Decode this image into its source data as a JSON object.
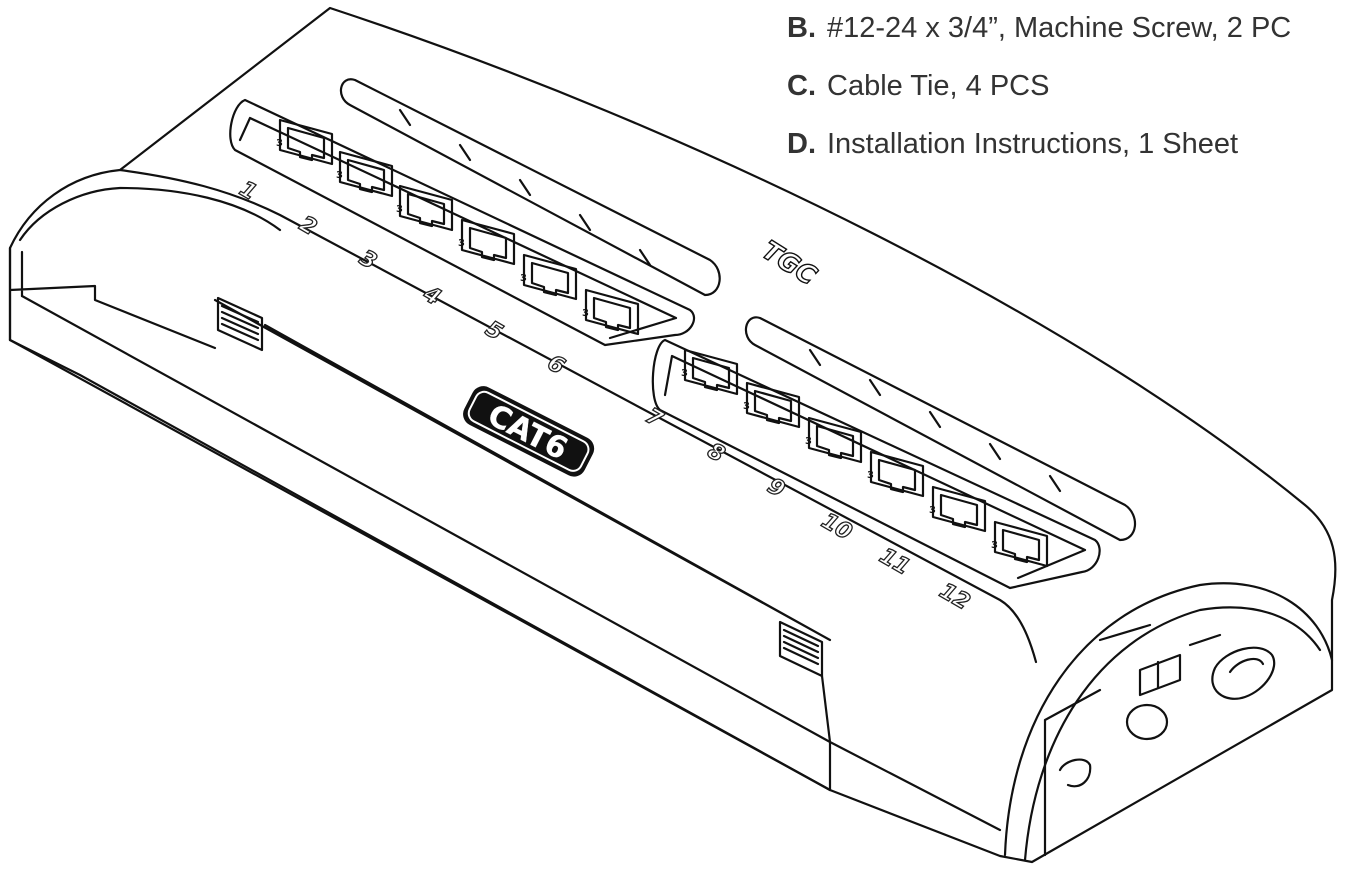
{
  "parts_list": [
    {
      "letter": "B.",
      "text": "#12-24 x 3/4”, Machine Screw, 2 PC"
    },
    {
      "letter": "C.",
      "text": "Cable Tie, 4 PCS"
    },
    {
      "letter": "D.",
      "text": "Installation Instructions, 1 Sheet"
    }
  ],
  "panel": {
    "ports": [
      "1",
      "2",
      "3",
      "4",
      "5",
      "6",
      "7",
      "8",
      "9",
      "10",
      "11",
      "12"
    ],
    "jack_mark": "3",
    "brand_logo": "TGC",
    "category_badge": "CAT6"
  },
  "colors": {
    "line": "#111111",
    "text": "#333333",
    "background": "#ffffff"
  }
}
